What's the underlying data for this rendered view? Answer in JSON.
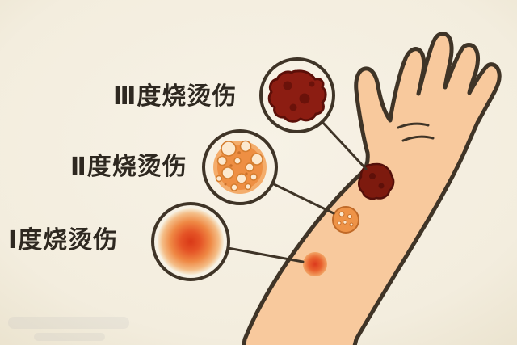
{
  "diagram": {
    "items": [
      {
        "id": "degree-3",
        "label": "Ⅲ度烧烫伤"
      },
      {
        "id": "degree-2",
        "label": "Ⅱ度烧烫伤"
      },
      {
        "id": "degree-1",
        "label": "Ⅰ度烧烫伤"
      }
    ]
  },
  "colors": {
    "background": "#f3edde",
    "outline": "#3f3427",
    "skin": "#f8c99d",
    "label_text": "#2e2820",
    "burn_degree3": "#8c1d12",
    "burn_degree3_dark": "#5c0f08",
    "burn_degree2": "#ee8f43",
    "blister_fill": "#fce9cf",
    "burn_degree1_center": "#d93817",
    "burn_degree1_edge": "#f6ecd7",
    "circle_fill": "#f7f1e4"
  }
}
